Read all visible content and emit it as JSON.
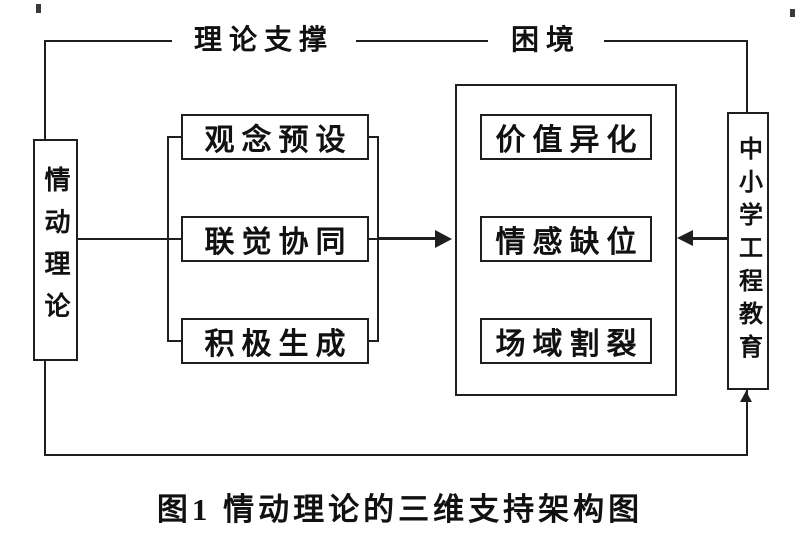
{
  "figure": {
    "top_links": {
      "left_label": "理论支撑",
      "right_label": "困境"
    },
    "left_node": {
      "label": "情动理论"
    },
    "right_node": {
      "label": "中小学工程教育"
    },
    "theory_nodes": [
      "观念预设",
      "联觉协同",
      "积极生成"
    ],
    "dilemma_nodes": [
      "价值异化",
      "情感缺位",
      "场域割裂"
    ],
    "caption": "图1  情动理论的三维支持架构图",
    "colors": {
      "line": "#1f1f1f",
      "text": "#111111",
      "background": "#ffffff"
    }
  }
}
